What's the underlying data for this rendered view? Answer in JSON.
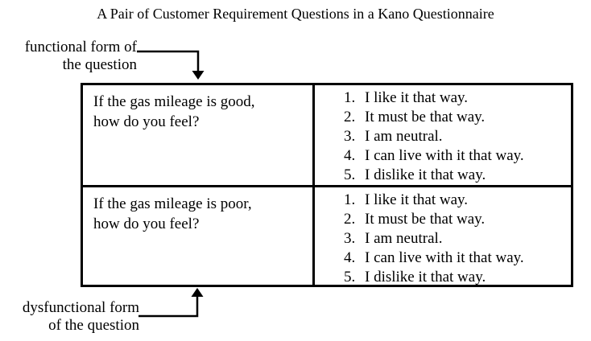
{
  "title": "A Pair of Customer Requirement Questions in a Kano Questionnaire",
  "labels": {
    "functional": {
      "line1": "functional form of",
      "line2": "the question"
    },
    "dysfunctional": {
      "line1": "dysfunctional form",
      "line2": "of the question"
    }
  },
  "table": {
    "rows": [
      {
        "question_line1": "If the gas mileage is good,",
        "question_line2": "how do you feel?",
        "options": [
          {
            "num": "1.",
            "text": "I like it that way."
          },
          {
            "num": "2.",
            "text": "It must be that way."
          },
          {
            "num": "3.",
            "text": "I am neutral."
          },
          {
            "num": "4.",
            "text": "I can live with it that way."
          },
          {
            "num": "5.",
            "text": "I dislike it that way."
          }
        ]
      },
      {
        "question_line1": "If the gas mileage is poor,",
        "question_line2": "how do you feel?",
        "options": [
          {
            "num": "1.",
            "text": "I like it that way."
          },
          {
            "num": "2.",
            "text": "It must be that way."
          },
          {
            "num": "3.",
            "text": "I am neutral."
          },
          {
            "num": "4.",
            "text": "I can live with it that way."
          },
          {
            "num": "5.",
            "text": "I dislike it that way."
          }
        ]
      }
    ]
  },
  "colors": {
    "ink": "#000000",
    "background": "#ffffff"
  }
}
